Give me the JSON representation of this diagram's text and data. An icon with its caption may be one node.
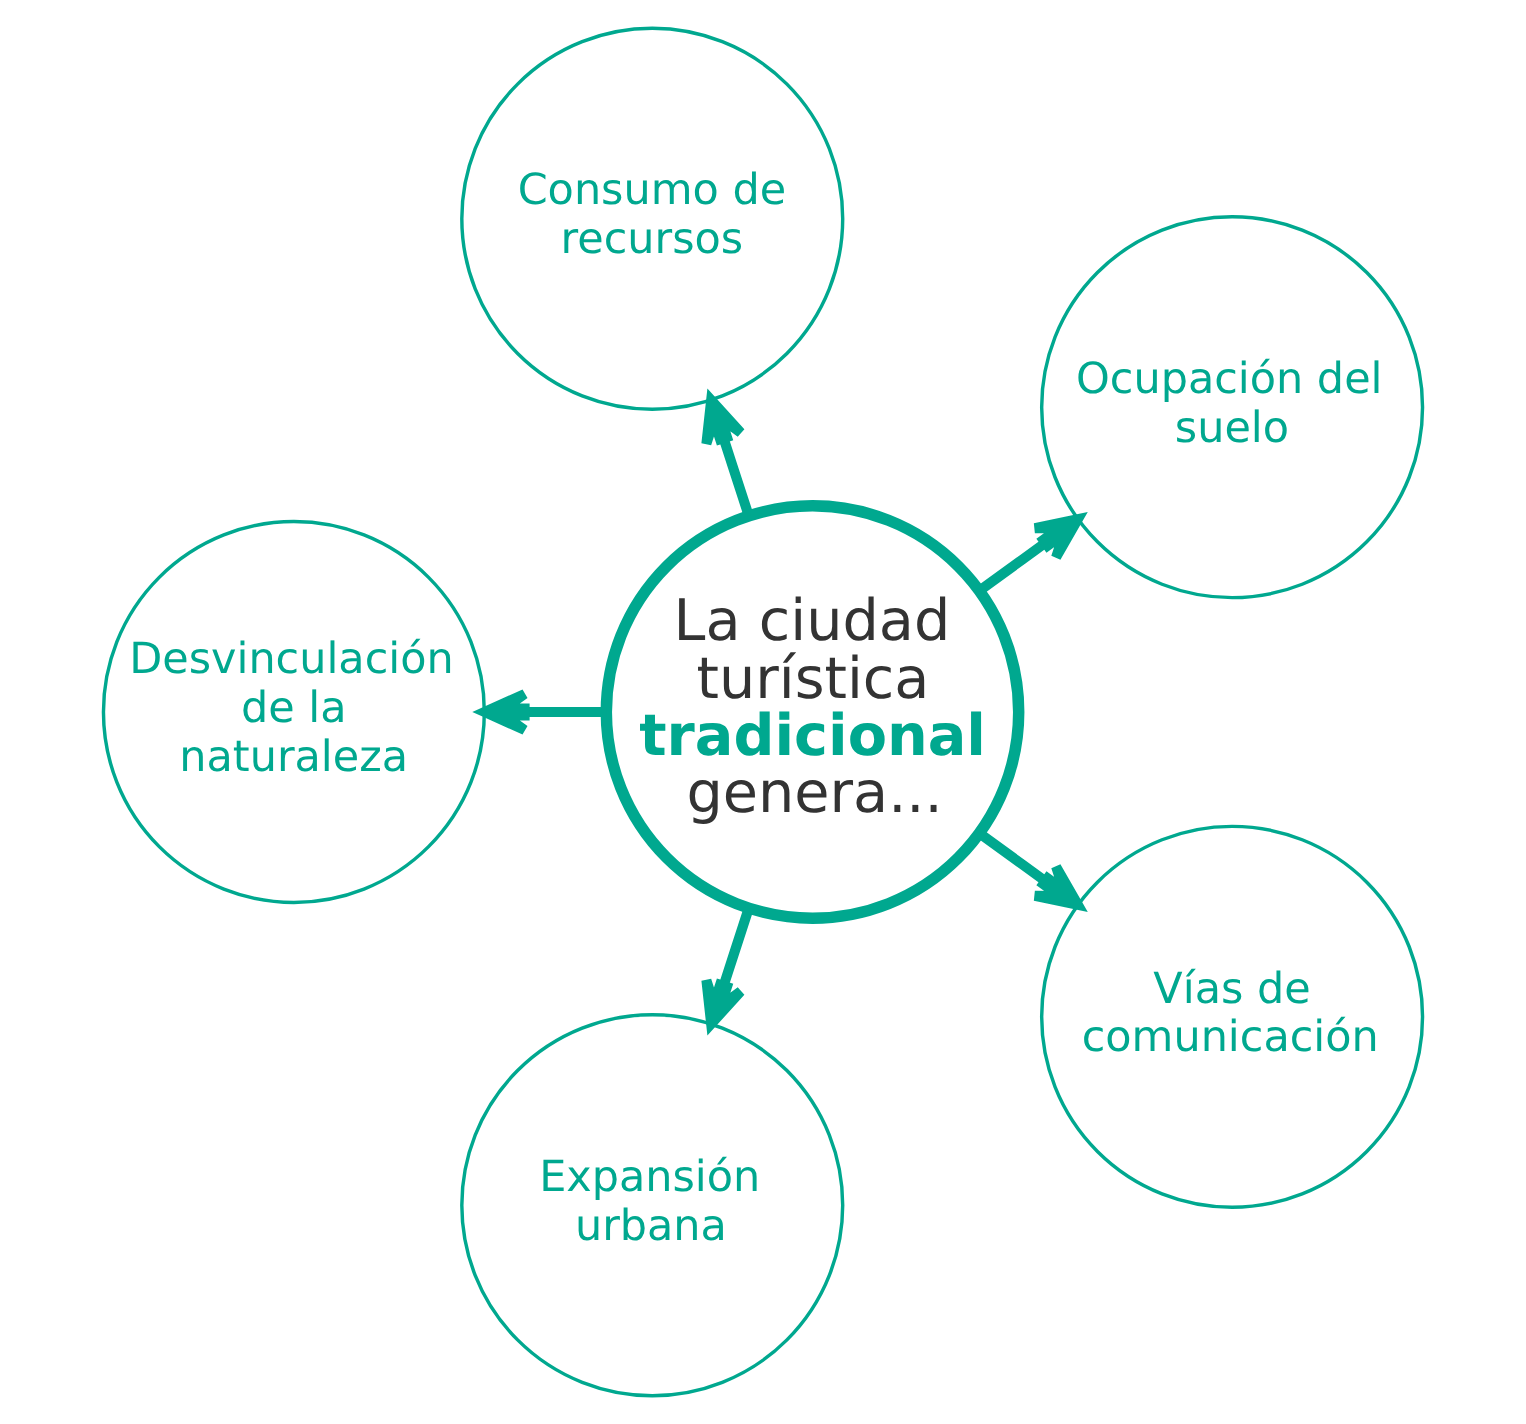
{
  "diagram": {
    "nodes": [
      {
        "text": [
          "La ciudad turística **tradicional** genera..."
        ]
      },
      {
        "text": [
          "Ocupación del suelo"
        ]
      },
      {
        "text": [
          "Consumo de recursos"
        ]
      },
      {
        "text": [
          "Desvinculación de la naturaleza"
        ]
      },
      {
        "text": [
          "Expansión urbana"
        ]
      },
      {
        "text": [
          "Vías de comunicación"
        ]
      }
    ],
    "edges": [
      {
        "from": 0,
        "to": 1,
        "arrow": "to"
      },
      {
        "from": 0,
        "to": 2,
        "arrow": "to"
      },
      {
        "from": 0,
        "to": 3,
        "arrow": "to"
      },
      {
        "from": 0,
        "to": 4,
        "arrow": "to"
      },
      {
        "from": 0,
        "to": 5,
        "arrow": "to"
      }
    ]
  }
}
